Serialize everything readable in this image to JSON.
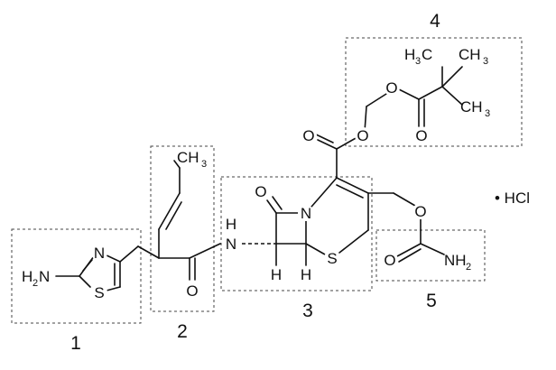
{
  "labels": {
    "ring1_n": "N",
    "ring1_s": "S",
    "amine_h2n": "H",
    "amine_sub": "2",
    "amine_n": "N",
    "methyl_ch": "CH",
    "methyl_sub": "3",
    "amide_o": "O",
    "amide_nh_n": "N",
    "amide_nh_h": "H",
    "core_o": "O",
    "core_n": "N",
    "core_s": "S",
    "core_h1": "H",
    "core_h2": "H",
    "ester_o_carbonyl": "O",
    "ester_o_link": "O",
    "piv_o_link": "O",
    "piv_o_carbonyl": "O",
    "piv_h3c_h": "H",
    "piv_h3c_sub": "3",
    "piv_h3c_c": "C",
    "piv_ch3a_ch": "CH",
    "piv_ch3a_sub": "3",
    "piv_ch3b_ch": "CH",
    "piv_ch3b_sub": "3",
    "carb_o_link": "O",
    "carb_o_carbonyl": "O",
    "carb_nh2_nh": "NH",
    "carb_nh2_sub": "2"
  },
  "groups": [
    {
      "number": "1"
    },
    {
      "number": "2"
    },
    {
      "number": "3"
    },
    {
      "number": "4"
    },
    {
      "number": "5"
    }
  ],
  "salt": "• HCl"
}
